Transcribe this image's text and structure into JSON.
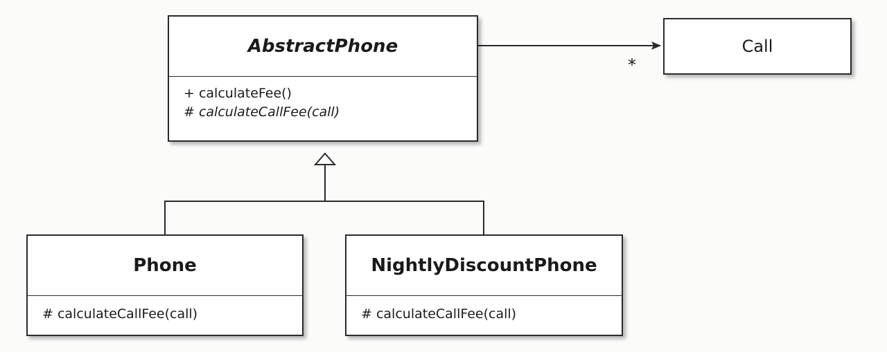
{
  "classes": {
    "abstract_phone": {
      "name": "AbstractPhone",
      "operations": [
        "+ calculateFee()",
        "# calculateCallFee(call)"
      ]
    },
    "call": {
      "name": "Call"
    },
    "phone": {
      "name": "Phone",
      "operations": [
        "# calculateCallFee(call)"
      ]
    },
    "nightly_discount_phone": {
      "name": "NightlyDiscountPhone",
      "operations": [
        "# calculateCallFee(call)"
      ]
    }
  },
  "association": {
    "multiplicity": "*"
  },
  "colors": {
    "line": "#2a2a2a",
    "box_fill": "#ffffff",
    "background": "#fbfbfa"
  }
}
